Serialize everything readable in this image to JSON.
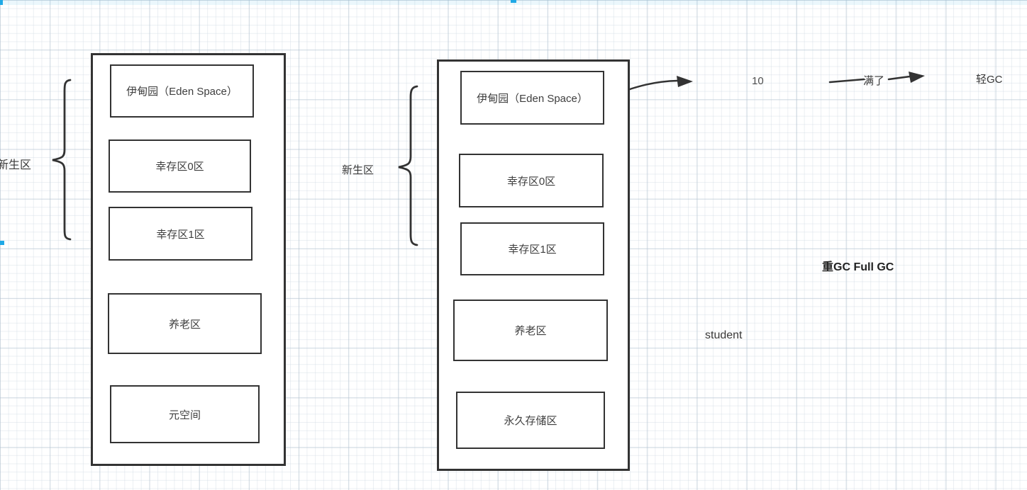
{
  "app": {
    "type": "whiteboard-diagram-canvas",
    "accent_color": "#1fa9e6",
    "stroke_color": "#333333",
    "grid_minor_color": "#e9eef3",
    "grid_major_color": "#dce3e9"
  },
  "left_diagram": {
    "group_label": "新生区",
    "boxes": [
      {
        "label": "伊甸园（Eden Space）"
      },
      {
        "label": "幸存区0区"
      },
      {
        "label": "幸存区1区"
      },
      {
        "label": "养老区"
      },
      {
        "label": "元空间"
      }
    ]
  },
  "right_diagram": {
    "group_label": "新生区",
    "boxes": [
      {
        "label": "伊甸园（Eden Space）"
      },
      {
        "label": "幸存区0区"
      },
      {
        "label": "幸存区1区"
      },
      {
        "label": "养老区"
      },
      {
        "label": "永久存储区"
      }
    ]
  },
  "annotations": {
    "eden_count": "10",
    "full": "满了",
    "minor_gc": "轻GC",
    "full_gc": "重GC  Full GC",
    "student": "student"
  }
}
